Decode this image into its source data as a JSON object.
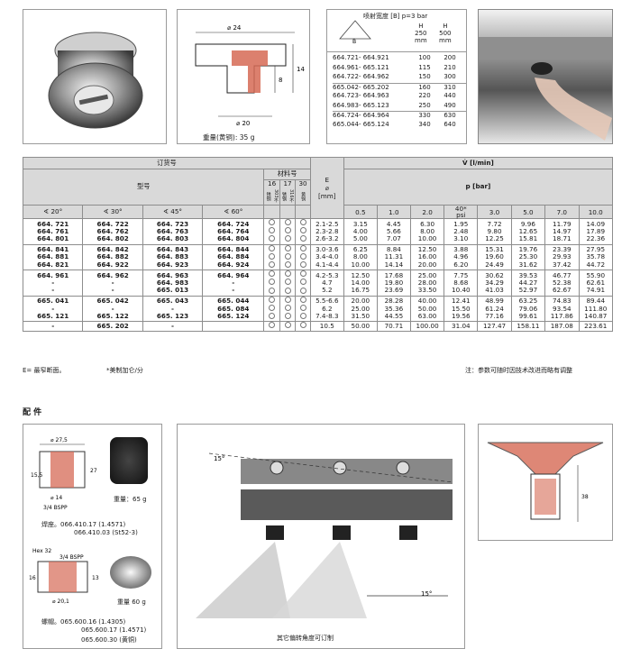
{
  "top": {
    "diameter_top": "⌀ 24",
    "diameter_bottom": "⌀ 20",
    "dim_14": "14",
    "dim_8": "8",
    "weight_label": "重量(黄铜): 35 g",
    "spray_title": "喷射宽度 [B] p=3 bar",
    "spray_h_250": "H\n250\nmm",
    "spray_h_500": "H\n500\nmm",
    "spray_rows": [
      {
        "codes": "664.721- 664.921",
        "v250": "100",
        "v500": "200"
      },
      {
        "codes": "664.961- 665.121",
        "v250": "115",
        "v500": "210"
      },
      {
        "codes": "664.722- 664.962",
        "v250": "150",
        "v500": "300"
      },
      {
        "codes": "665.042- 665.202",
        "v250": "160",
        "v500": "310"
      },
      {
        "codes": "664.723- 664.963",
        "v250": "220",
        "v500": "440"
      },
      {
        "codes": "664.983- 665.123",
        "v250": "250",
        "v500": "490"
      },
      {
        "codes": "664.724- 664.964",
        "v250": "330",
        "v500": "630"
      },
      {
        "codes": "665.044- 665.124",
        "v250": "340",
        "v500": "640"
      }
    ]
  },
  "table": {
    "order_no": "订货号",
    "model": "型号",
    "material_no": "材料号",
    "mat_16": "16",
    "mat_17": "17",
    "mat_30": "30",
    "mat_303": "303不锈钢",
    "mat_316": "316不锈钢",
    "mat_brass": "黄铜",
    "e_label": "E",
    "e_unit": "⌀",
    "e_mm": "[mm]",
    "flow_title": "V̇ [l/min]",
    "p_title": "p [bar]",
    "angles": [
      "∢ 20°",
      "∢ 30°",
      "∢ 45°",
      "∢ 60°"
    ],
    "pressures": [
      "0.5",
      "1.0",
      "2.0",
      "40*\npsi",
      "3.0",
      "5.0",
      "7.0",
      "10.0"
    ],
    "groups": [
      {
        "c20": [
          "664. 721",
          "664. 761",
          "664. 801"
        ],
        "c30": [
          "664. 722",
          "664. 762",
          "664. 802"
        ],
        "c45": [
          "664. 723",
          "664. 763",
          "664. 803"
        ],
        "c60": [
          "664. 724",
          "664. 764",
          "664. 804"
        ],
        "e": [
          "2.1-2.5",
          "2.3-2.8",
          "2.6-3.2"
        ],
        "flows": [
          [
            "3.15",
            "4.45",
            "6.30",
            "1.95",
            "7.72",
            "9.96",
            "11.79",
            "14.09"
          ],
          [
            "4.00",
            "5.66",
            "8.00",
            "2.48",
            "9.80",
            "12.65",
            "14.97",
            "17.89"
          ],
          [
            "5.00",
            "7.07",
            "10.00",
            "3.10",
            "12.25",
            "15.81",
            "18.71",
            "22.36"
          ]
        ]
      },
      {
        "c20": [
          "664. 841",
          "664. 881",
          "664. 821"
        ],
        "c30": [
          "664. 842",
          "664. 882",
          "664. 922"
        ],
        "c45": [
          "664. 843",
          "664. 883",
          "664. 923"
        ],
        "c60": [
          "664. 844",
          "664. 884",
          "664. 924"
        ],
        "e": [
          "3.0-3.6",
          "3.4-4.0",
          "4.1-4.4"
        ],
        "flows": [
          [
            "6.25",
            "8.84",
            "12.50",
            "3.88",
            "15.31",
            "19.76",
            "23.39",
            "27.95"
          ],
          [
            "8.00",
            "11.31",
            "16.00",
            "4.96",
            "19.60",
            "25.30",
            "29.93",
            "35.78"
          ],
          [
            "10.00",
            "14.14",
            "20.00",
            "6.20",
            "24.49",
            "31.62",
            "37.42",
            "44.72"
          ]
        ]
      },
      {
        "c20": [
          "664. 961",
          "-",
          "-"
        ],
        "c30": [
          "664. 962",
          "-",
          "-"
        ],
        "c45": [
          "664. 963",
          "664. 983",
          "665. 013"
        ],
        "c60": [
          "664. 964",
          "-",
          "-"
        ],
        "e": [
          "4.2-5.3",
          "4.7",
          "5.2"
        ],
        "flows": [
          [
            "12.50",
            "17.68",
            "25.00",
            "7.75",
            "30.62",
            "39.53",
            "46.77",
            "55.90"
          ],
          [
            "14.00",
            "19.80",
            "28.00",
            "8.68",
            "34.29",
            "44.27",
            "52.38",
            "62.61"
          ],
          [
            "16.75",
            "23.69",
            "33.50",
            "10.40",
            "41.03",
            "52.97",
            "62.67",
            "74.91"
          ]
        ]
      },
      {
        "c20": [
          "665. 041",
          "-",
          "665. 121"
        ],
        "c30": [
          "665. 042",
          "-",
          "665. 122"
        ],
        "c45": [
          "665. 043",
          "-",
          "665. 123"
        ],
        "c60": [
          "665. 044",
          "665. 084",
          "665. 124"
        ],
        "e": [
          "5.5-6.6",
          "6.2",
          "7.4-8.3"
        ],
        "flows": [
          [
            "20.00",
            "28.28",
            "40.00",
            "12.41",
            "48.99",
            "63.25",
            "74.83",
            "89.44"
          ],
          [
            "25.00",
            "35.36",
            "50.00",
            "15.50",
            "61.24",
            "79.06",
            "93.54",
            "111.80"
          ],
          [
            "31.50",
            "44.55",
            "63.00",
            "19.56",
            "77.16",
            "99.61",
            "117.86",
            "140.87"
          ]
        ]
      },
      {
        "c20": [
          "-"
        ],
        "c30": [
          "665. 202"
        ],
        "c45": [
          "-"
        ],
        "c60": [
          ""
        ],
        "e": [
          "10.5"
        ],
        "flows": [
          [
            "50.00",
            "70.71",
            "100.00",
            "31.04",
            "127.47",
            "158.11",
            "187.08",
            "223.61"
          ]
        ]
      }
    ],
    "foot_left": "E= 最窄断面。",
    "foot_mid": "*美制加仑/分",
    "foot_right": "注：参数可随时因技术改进而略有调整"
  },
  "accessories": {
    "title": "配  件",
    "d275": "⌀ 27,5",
    "d14": "⌀ 14",
    "d155": "15,5",
    "d27": "27",
    "bspp": "3/4 BSPP",
    "weight65": "重量：65 g",
    "weld_seat": "焊座。066.410.17 (1.4571)",
    "weld_seat2": "066.410.03 (St52-3)",
    "hex": "Hex 32",
    "bspp2": "3/4 BSPP",
    "d16": "16",
    "d13": "13",
    "d201": "⌀ 20,1",
    "weight60": "重量 60 g",
    "cap": "螺帽。065.600.16 (1.4305)",
    "cap2": "065.600.17 (1.4571)",
    "cap3": "065.600.30 (黄铜)",
    "angle15a": "15°",
    "angle15b": "15°",
    "caption_mid": "其它偏转角度可订制",
    "d38": "38"
  }
}
